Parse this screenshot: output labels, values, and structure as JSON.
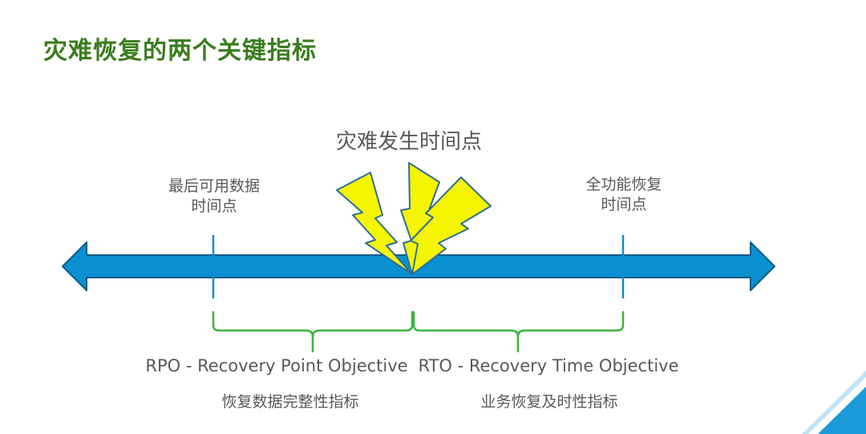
{
  "title": "灾难恢复的两个关键指标",
  "diagram": {
    "event_label": "灾难发生时间点",
    "left_point_label": [
      "最后可用数据",
      "时间点"
    ],
    "right_point_label": [
      "全功能恢复",
      "时间点"
    ],
    "rpo": {
      "name": "RPO - Recovery Point Objective",
      "description": "恢复数据完整性指标"
    },
    "rto": {
      "name": "RTO - Recovery Time Objective",
      "description": "业务恢复及时性指标"
    },
    "icons": [
      "timeline-arrow",
      "lightning-bolt-icon"
    ],
    "colors": {
      "title": "#3a7d1e",
      "timeline": "#0a8fd1",
      "bracket": "#3cb43c",
      "lightning": "#f5f500",
      "corner_accent": "#1a9ad6"
    }
  }
}
